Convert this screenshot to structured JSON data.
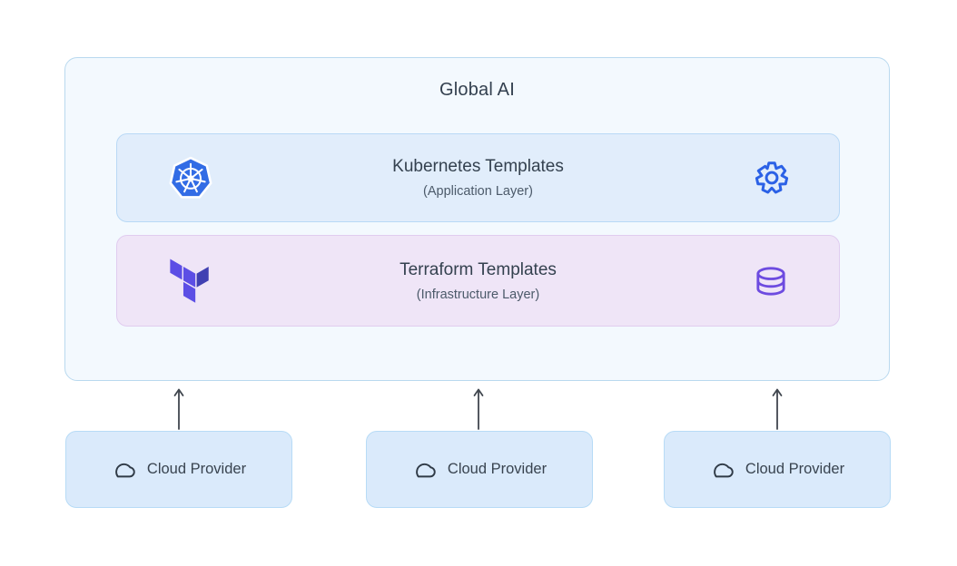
{
  "container": {
    "title": "Global AI"
  },
  "layers": [
    {
      "title": "Kubernetes Templates",
      "subtitle": "(Application Layer)",
      "left_icon": "kubernetes-logo",
      "right_icon": "gear",
      "bg_color": "#e1edfb",
      "border_color": "#b9d9f6"
    },
    {
      "title": "Terraform Templates",
      "subtitle": "(Infrastructure Layer)",
      "left_icon": "terraform-logo",
      "right_icon": "database",
      "bg_color": "#efe5f7",
      "border_color": "#e0ccef"
    }
  ],
  "providers": [
    {
      "label": "Cloud Provider",
      "icon": "cloud"
    },
    {
      "label": "Cloud Provider",
      "icon": "cloud"
    },
    {
      "label": "Cloud Provider",
      "icon": "cloud"
    }
  ],
  "colors": {
    "kubernetes_blue": "#326CE5",
    "gear_blue": "#2b61e6",
    "terraform_purple": "#5C4EE5",
    "terraform_purple_dark": "#4040B2",
    "database_purple": "#6d4be0",
    "arrow_gray": "#40464e",
    "outer_bg": "#f3f9fe",
    "outer_border": "#b9d9ef",
    "provider_bg": "#daeafb"
  }
}
